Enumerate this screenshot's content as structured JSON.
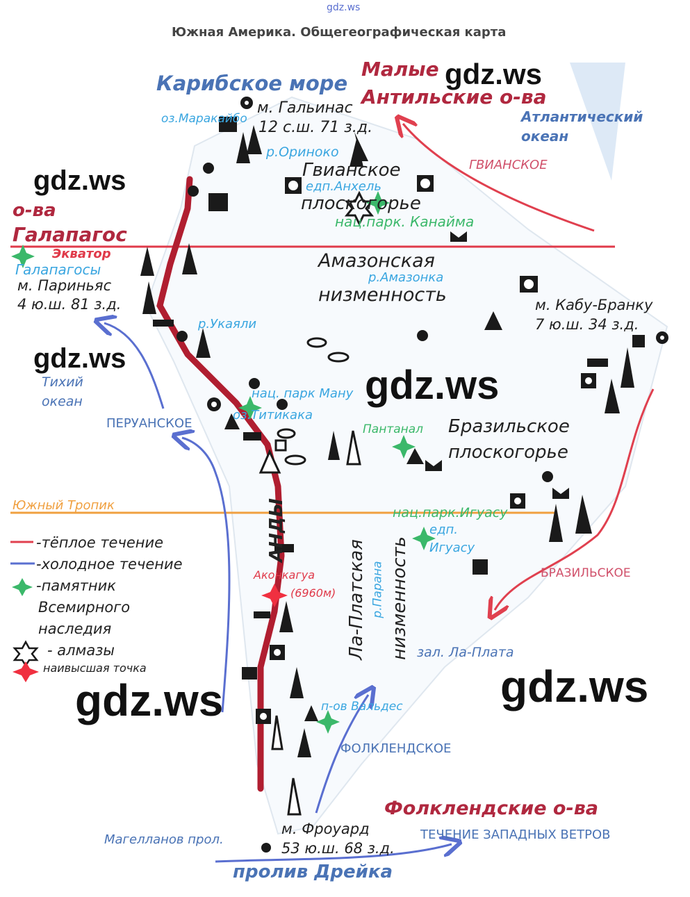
{
  "header": {
    "site": "gdz.ws",
    "title": "Южная Америка. Общегеографическая карта"
  },
  "watermarks": [
    "gdz.ws",
    "gdz.ws",
    "gdz.ws",
    "gdz.ws",
    "gdz.ws",
    "gdz.ws"
  ],
  "labels": {
    "caribbean": "Карибское море",
    "lesser_antilles_1": "Малые",
    "lesser_antilles_2": "Антильские о-ва",
    "gallinas": "м. Гальинас",
    "gallinas_coord": "12 с.ш. 71 з.д.",
    "maracaibo": "оз.Маракайбо",
    "atlantic_1": "Атлантический",
    "atlantic_2": "океан",
    "orinoco": "р.Ориноко",
    "guiana_current": "ГВИАНСКОЕ",
    "guiana_1": "Гвианское",
    "guiana_2": "плоскогорье",
    "angel": "едп.Анхель",
    "canaima": "нац.парк. Канайма",
    "galapagos_1": "о-ва",
    "galapagos_2": "Галапагос",
    "equator": "Экватор",
    "galapagos_site": "Галапагосы",
    "parinas": "м. Париньяс",
    "parinas_coord": "4 ю.ш. 81 з.д.",
    "amazon_low_1": "Амазонская",
    "amazon_low_2": "низменность",
    "amazon_river": "р.Амазонка",
    "branco": "м. Кабу-Бранку",
    "branco_coord": "7 ю.ш. 34 з.д.",
    "ucayali": "р.Укаяли",
    "pacific_1": "Тихий",
    "pacific_2": "океан",
    "manu": "нац. парк Ману",
    "titicaca": "оз.Титикака",
    "peru_current": "ПЕРУАНСКОЕ",
    "pantanal": "Пантанал",
    "brazil_1": "Бразильское",
    "brazil_2": "плоскогорье",
    "tropic": "Южный Тропик",
    "iguazu_park": "нац.парк.Игуасу",
    "iguazu_falls_1": "едп.",
    "iguazu_falls_2": "Игуасу",
    "andes": "АНДЫ",
    "laplata_low_1": "Ла-Платская",
    "laplata_low_2": "низменность",
    "parana": "р.Парана",
    "aconcagua": "Аконкагуа",
    "aconcagua_h": "(6960м)",
    "brazil_current": "БРАЗИЛЬСКОЕ",
    "laplata_bay": "зал. Ла-Плата",
    "valdes": "п-ов Вальдес",
    "falkland_current": "ФОЛКЛЕНДСКОЕ",
    "falkland_isl": "Фолклендские о-ва",
    "froward": "м. Фроуард",
    "froward_coord": "53 ю.ш. 68 з.д.",
    "magellan": "Магелланов прол.",
    "west_winds": "ТЕЧЕНИЕ ЗАПАДНЫХ ВЕТРОВ",
    "drake": "пролив Дрейка"
  },
  "legend": {
    "warm": "-тёплое течение",
    "cold": "-холодное течение",
    "heritage_1": "-памятник",
    "heritage_2": "Всемирного",
    "heritage_3": "наследия",
    "diamonds": "- алмазы",
    "highest": "наивысшая точка"
  },
  "colors": {
    "warm": "#e0404f",
    "cold": "#5a6fd0",
    "andes": "#b01e30",
    "equator": "#e03a4a",
    "tropic": "#f0a040",
    "heritage": "#3bb86a"
  }
}
